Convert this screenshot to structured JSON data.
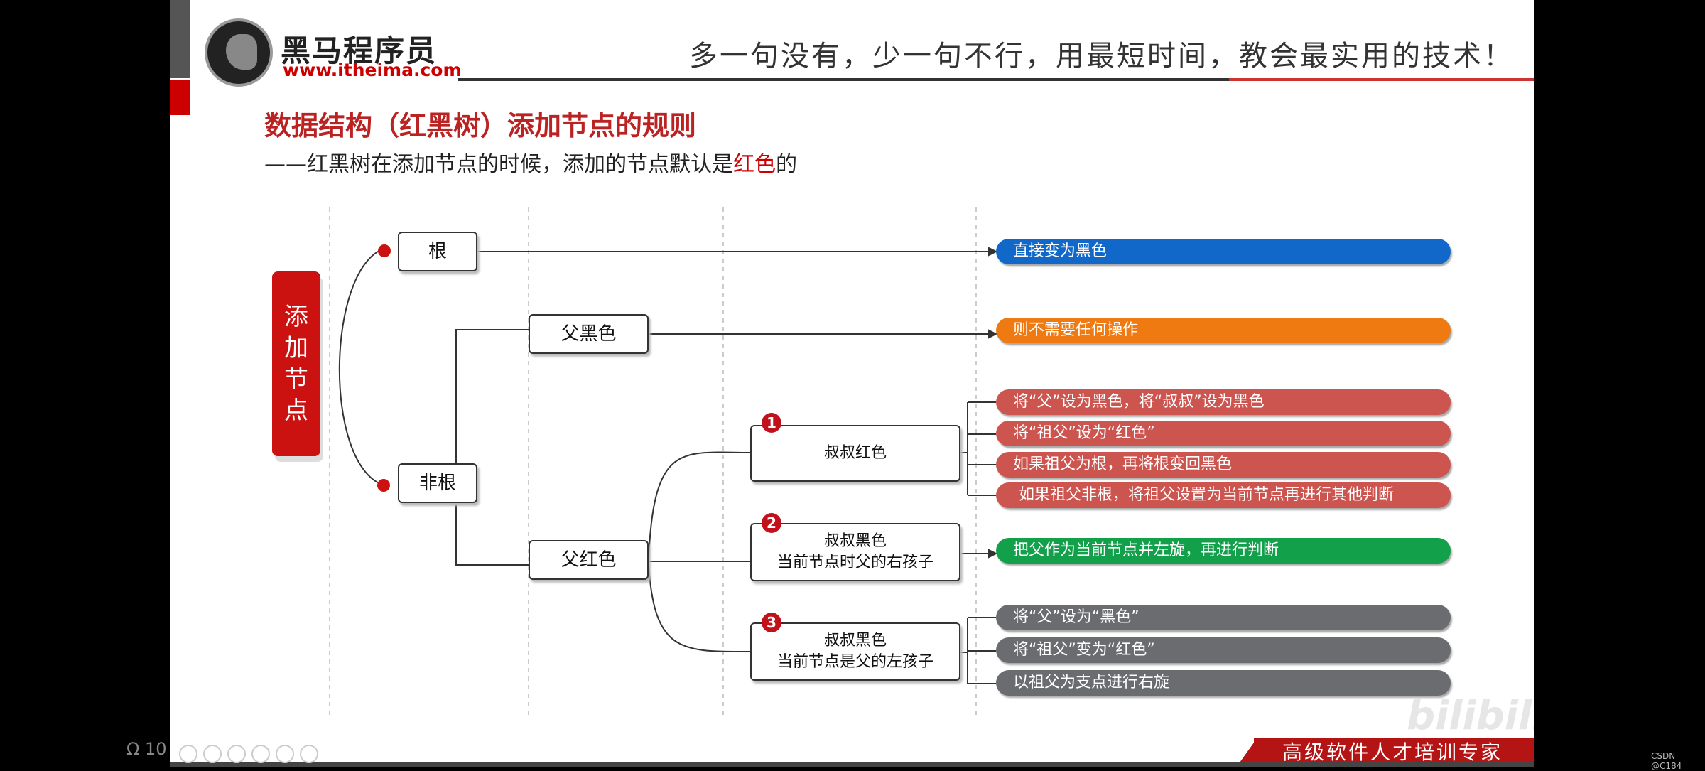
{
  "header": {
    "logo_name": "黑马程序员",
    "logo_url": "www.itheima.com",
    "slogan": "多一句没有，少一句不行，用最短时间，教会最实用的技术！"
  },
  "title": "数据结构（红黑树）添加节点的规则",
  "subtitle_prefix": "——红黑树在添加节点的时候，添加的节点默认是",
  "subtitle_red": "红色",
  "subtitle_suffix": "的",
  "diagram": {
    "root_label": "添加节点",
    "nodes": {
      "root": "根",
      "non_root": "非根",
      "parent_black": "父黑色",
      "parent_red": "父红色",
      "uncle_red": "叔叔红色",
      "case2_line1": "叔叔黑色",
      "case2_line2": "当前节点时父的右孩子",
      "case3_line1": "叔叔黑色",
      "case3_line2": "当前节点是父的左孩子"
    },
    "badges": [
      "1",
      "2",
      "3"
    ],
    "results": {
      "root": "直接变为黑色",
      "parent_black": "则不需要任何操作",
      "uncle_red": [
        "将“父”设为黑色，将“叔叔”设为黑色",
        "将“祖父”设为“红色”",
        "如果祖父为根，再将根变回黑色",
        "如果祖父非根，将祖父设置为当前节点再进行其他判断"
      ],
      "case2": "把父作为当前节点并左旋，再进行判断",
      "case3": [
        "将“父”设为“黑色”",
        "将“祖父”变为“红色”",
        "以祖父为支点进行右旋"
      ]
    },
    "colors": {
      "blue": "#1168c9",
      "orange": "#f07a12",
      "red": "#cc5550",
      "green": "#12a04a",
      "gray": "#6a6c70",
      "accent": "#cc1111"
    }
  },
  "footer": {
    "tagline": "高级软件人才培训专家",
    "watermark": "bilibili",
    "player_counter": "10",
    "csdn": "CSDN @C184"
  }
}
